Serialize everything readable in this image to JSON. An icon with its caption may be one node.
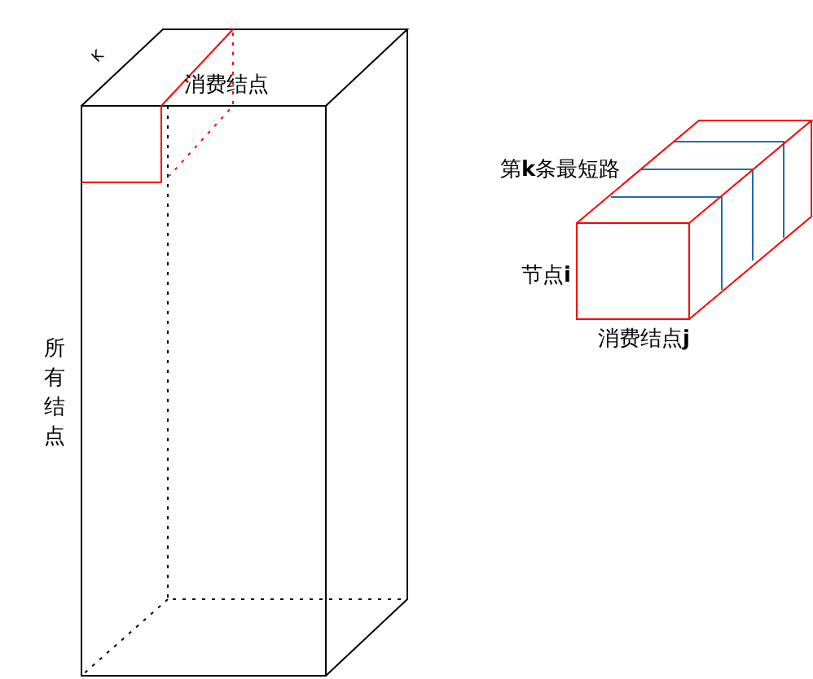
{
  "diagram": {
    "labels": [
      "K",
      "消费结点",
      "所有结点",
      "第**k**条最短路",
      "节点**i**",
      "消费结点**j**"
    ]
  }
}
